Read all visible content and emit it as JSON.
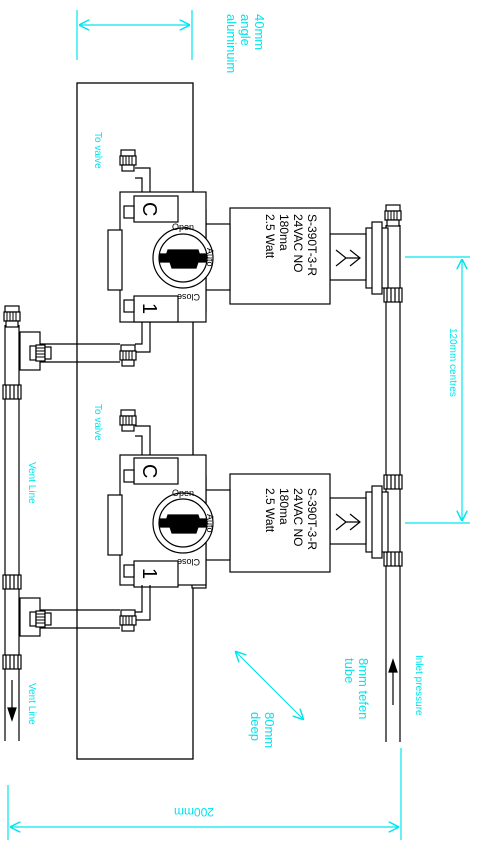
{
  "colors": {
    "line": "#000000",
    "dimension": "#00e5ee",
    "background": "#ffffff"
  },
  "labels": {
    "angle_aluminium": [
      "40mm",
      "angle",
      "aluminuim"
    ],
    "to_valve": "To valve",
    "vent_line": "Vent Line",
    "centres": "120mm centres",
    "inlet_pressure": "Inlet pressure",
    "tube": [
      "8mm tefen",
      "tube"
    ],
    "depth": [
      "80mm",
      "deep"
    ],
    "width": "200mm"
  },
  "valves": [
    {
      "solenoid": [
        "S-390T-3-R",
        "24VAC  NO",
        "180ma",
        "2.5  Watt"
      ],
      "knob": {
        "open": "Open",
        "auto": "Auto",
        "close": "Close"
      },
      "port_c": "C",
      "port_1": "1"
    },
    {
      "solenoid": [
        "S-390T-3-R",
        "24VAC  NO",
        "180ma",
        "2.5  Watt"
      ],
      "knob": {
        "open": "Open",
        "auto": "Auto",
        "close": "Close"
      },
      "port_c": "C",
      "port_1": "1"
    }
  ]
}
